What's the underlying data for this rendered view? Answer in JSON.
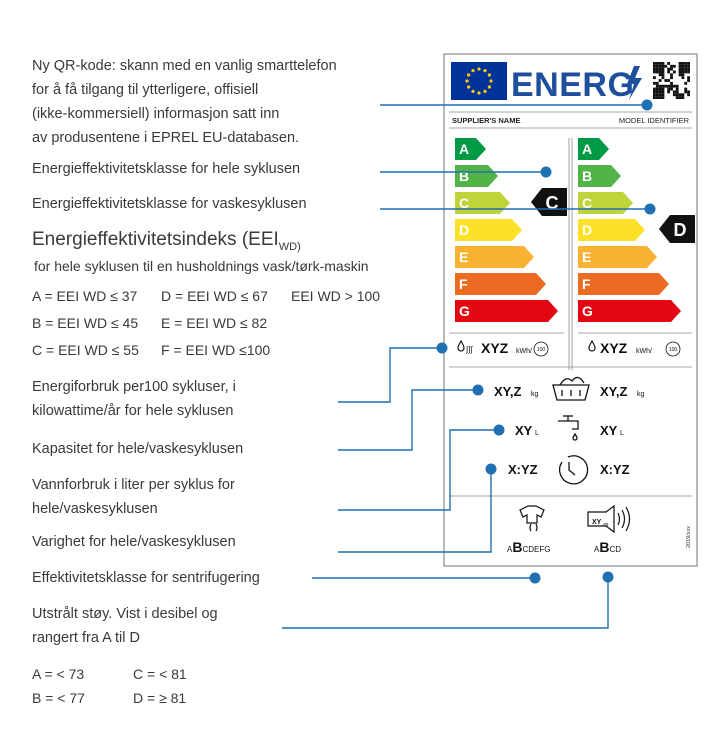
{
  "left": {
    "qr_lines": [
      "Ny QR-kode: skann med en vanlig smarttelefon",
      "for å få tilgang til ytterligere, offisiell",
      "(ikke-kommersiell)  informasjon satt inn",
      "av produsentene i  EPREL EU-databasen."
    ],
    "class_full": "Energieffektivitetsklasse for hele syklusen",
    "class_wash": "Energieffektivitetsklasse for vaskesyklusen",
    "eei_title": "Energieffektivitetsindeks  (EEI",
    "eei_sub": "WD)",
    "eei_desc": "for hele syklusen til en husholdnings vask/tørk-maskin",
    "eei_rows": [
      [
        "A = EEI WD ≤ 37",
        "D = EEI WD ≤ 67",
        "EEI WD > 100"
      ],
      [
        "B = EEI WD ≤ 45",
        "E = EEI WD ≤ 82",
        ""
      ],
      [
        "C = EEI WD ≤ 55",
        "F = EEI WD ≤100",
        ""
      ]
    ],
    "energy_lines": [
      "Energiforbruk per100 sykluser, i",
      "kilowattime/år for hele syklusen"
    ],
    "capacity": "Kapasitet for hele/vaskesyklusen",
    "water_lines": [
      "Vannforbruk i liter per syklus for",
      "hele/vaskesyklusen"
    ],
    "duration": "Varighet for hele/vaskesyklusen",
    "spin": "Effektivitetsklasse for sentrifugering",
    "noise_lines": [
      "Utstrålt støy. Vist i desibel og",
      "rangert fra A til D"
    ],
    "noise_rows": [
      [
        "A = < 73",
        "C = < 81"
      ],
      [
        "B = < 77",
        "D = ≥ 81"
      ]
    ]
  },
  "label": {
    "energy_word": "ENERG",
    "supplier": "SUPPLIER'S NAME",
    "model": "MODEL IDENTIFIER",
    "classes": [
      "A",
      "B",
      "C",
      "D",
      "E",
      "F",
      "G"
    ],
    "arrow_colors": [
      "#009a44",
      "#52b447",
      "#c0d33a",
      "#fde128",
      "#f9b233",
      "#ec6b22",
      "#e30613"
    ],
    "rating_full": "C",
    "rating_wash": "D",
    "kwh_value": "XYZ",
    "kwh_unit": "kWh/",
    "kwh_circle": "100",
    "capacity_value": "XY,Z",
    "capacity_unit": "kg",
    "water_value": "XY",
    "water_unit": "L",
    "duration_value": "X:YZ",
    "spin_scale_pre": "A",
    "spin_scale_big": "B",
    "spin_scale_post": "CDEFG",
    "noise_icon_text": "XY",
    "noise_icon_unit": "dB",
    "noise_scale_pre": "A",
    "noise_scale_big": "B",
    "noise_scale_post": "CD",
    "regulation": "2019/xxx"
  },
  "colors": {
    "accent": "#1f6fb2",
    "eu_blue": "#003399",
    "energ_blue": "#1d4f9c",
    "eu_star": "#ffcc00"
  }
}
